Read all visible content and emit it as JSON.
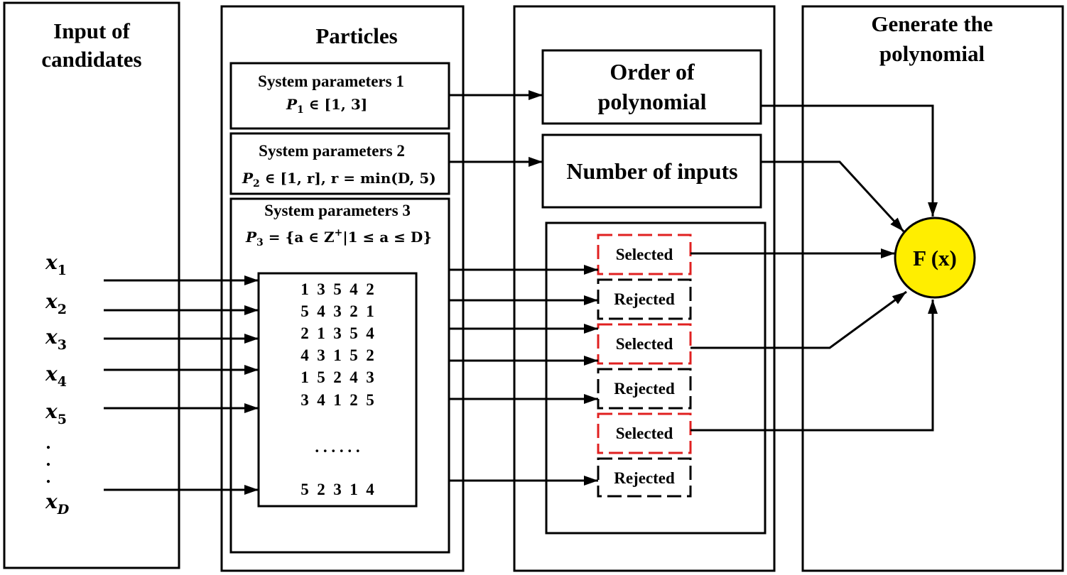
{
  "columns": {
    "input_title": [
      "Input of",
      "candidates"
    ],
    "particles_title": "Particles",
    "generate_title": [
      "Generate the",
      "polynomial"
    ]
  },
  "inputs": {
    "labels": [
      {
        "base": "x",
        "sub": "1"
      },
      {
        "base": "x",
        "sub": "2"
      },
      {
        "base": "x",
        "sub": "3"
      },
      {
        "base": "x",
        "sub": "4"
      },
      {
        "base": "x",
        "sub": "5"
      },
      {
        "base": "x",
        "sub": "D"
      }
    ],
    "ellipsis": "."
  },
  "parameters": {
    "p1": {
      "title": "System parameters 1",
      "formula": "P",
      "formula_sub": "1",
      "formula_rest": " ∈ [1, 3]"
    },
    "p2": {
      "title": "System parameters 2",
      "formula": "P",
      "formula_sub": "2",
      "formula_rest": " ∈ [1, r], r = min(D, 5)"
    },
    "p3": {
      "title": "System parameters 3",
      "formula": "P",
      "formula_sub": "3",
      "formula_rest_a": " = {a ∈ Z",
      "formula_sup": "+",
      "formula_rest_b": "|1 ≤ a ≤ D}"
    }
  },
  "matrix": {
    "rows": [
      "1  3  5  4  2",
      "5  4  3  2  1",
      "2  1  3  5  4",
      "4  3  1  5  2",
      "1  5  2  4  3",
      "3  4  1  2  5"
    ],
    "ellipsis": ". . . . . .",
    "last_row": "5  2  3  1  4"
  },
  "outputs": {
    "order": [
      "Order of",
      "polynomial"
    ],
    "number_of_inputs": "Number of inputs",
    "selection": [
      "Selected",
      "Rejected",
      "Selected",
      "Rejected",
      "Selected",
      "Rejected"
    ]
  },
  "function_node": {
    "label": "F (x)",
    "fill": "#ffee00"
  },
  "colors": {
    "selected_border": "#e02020",
    "rejected_border": "#000000"
  }
}
